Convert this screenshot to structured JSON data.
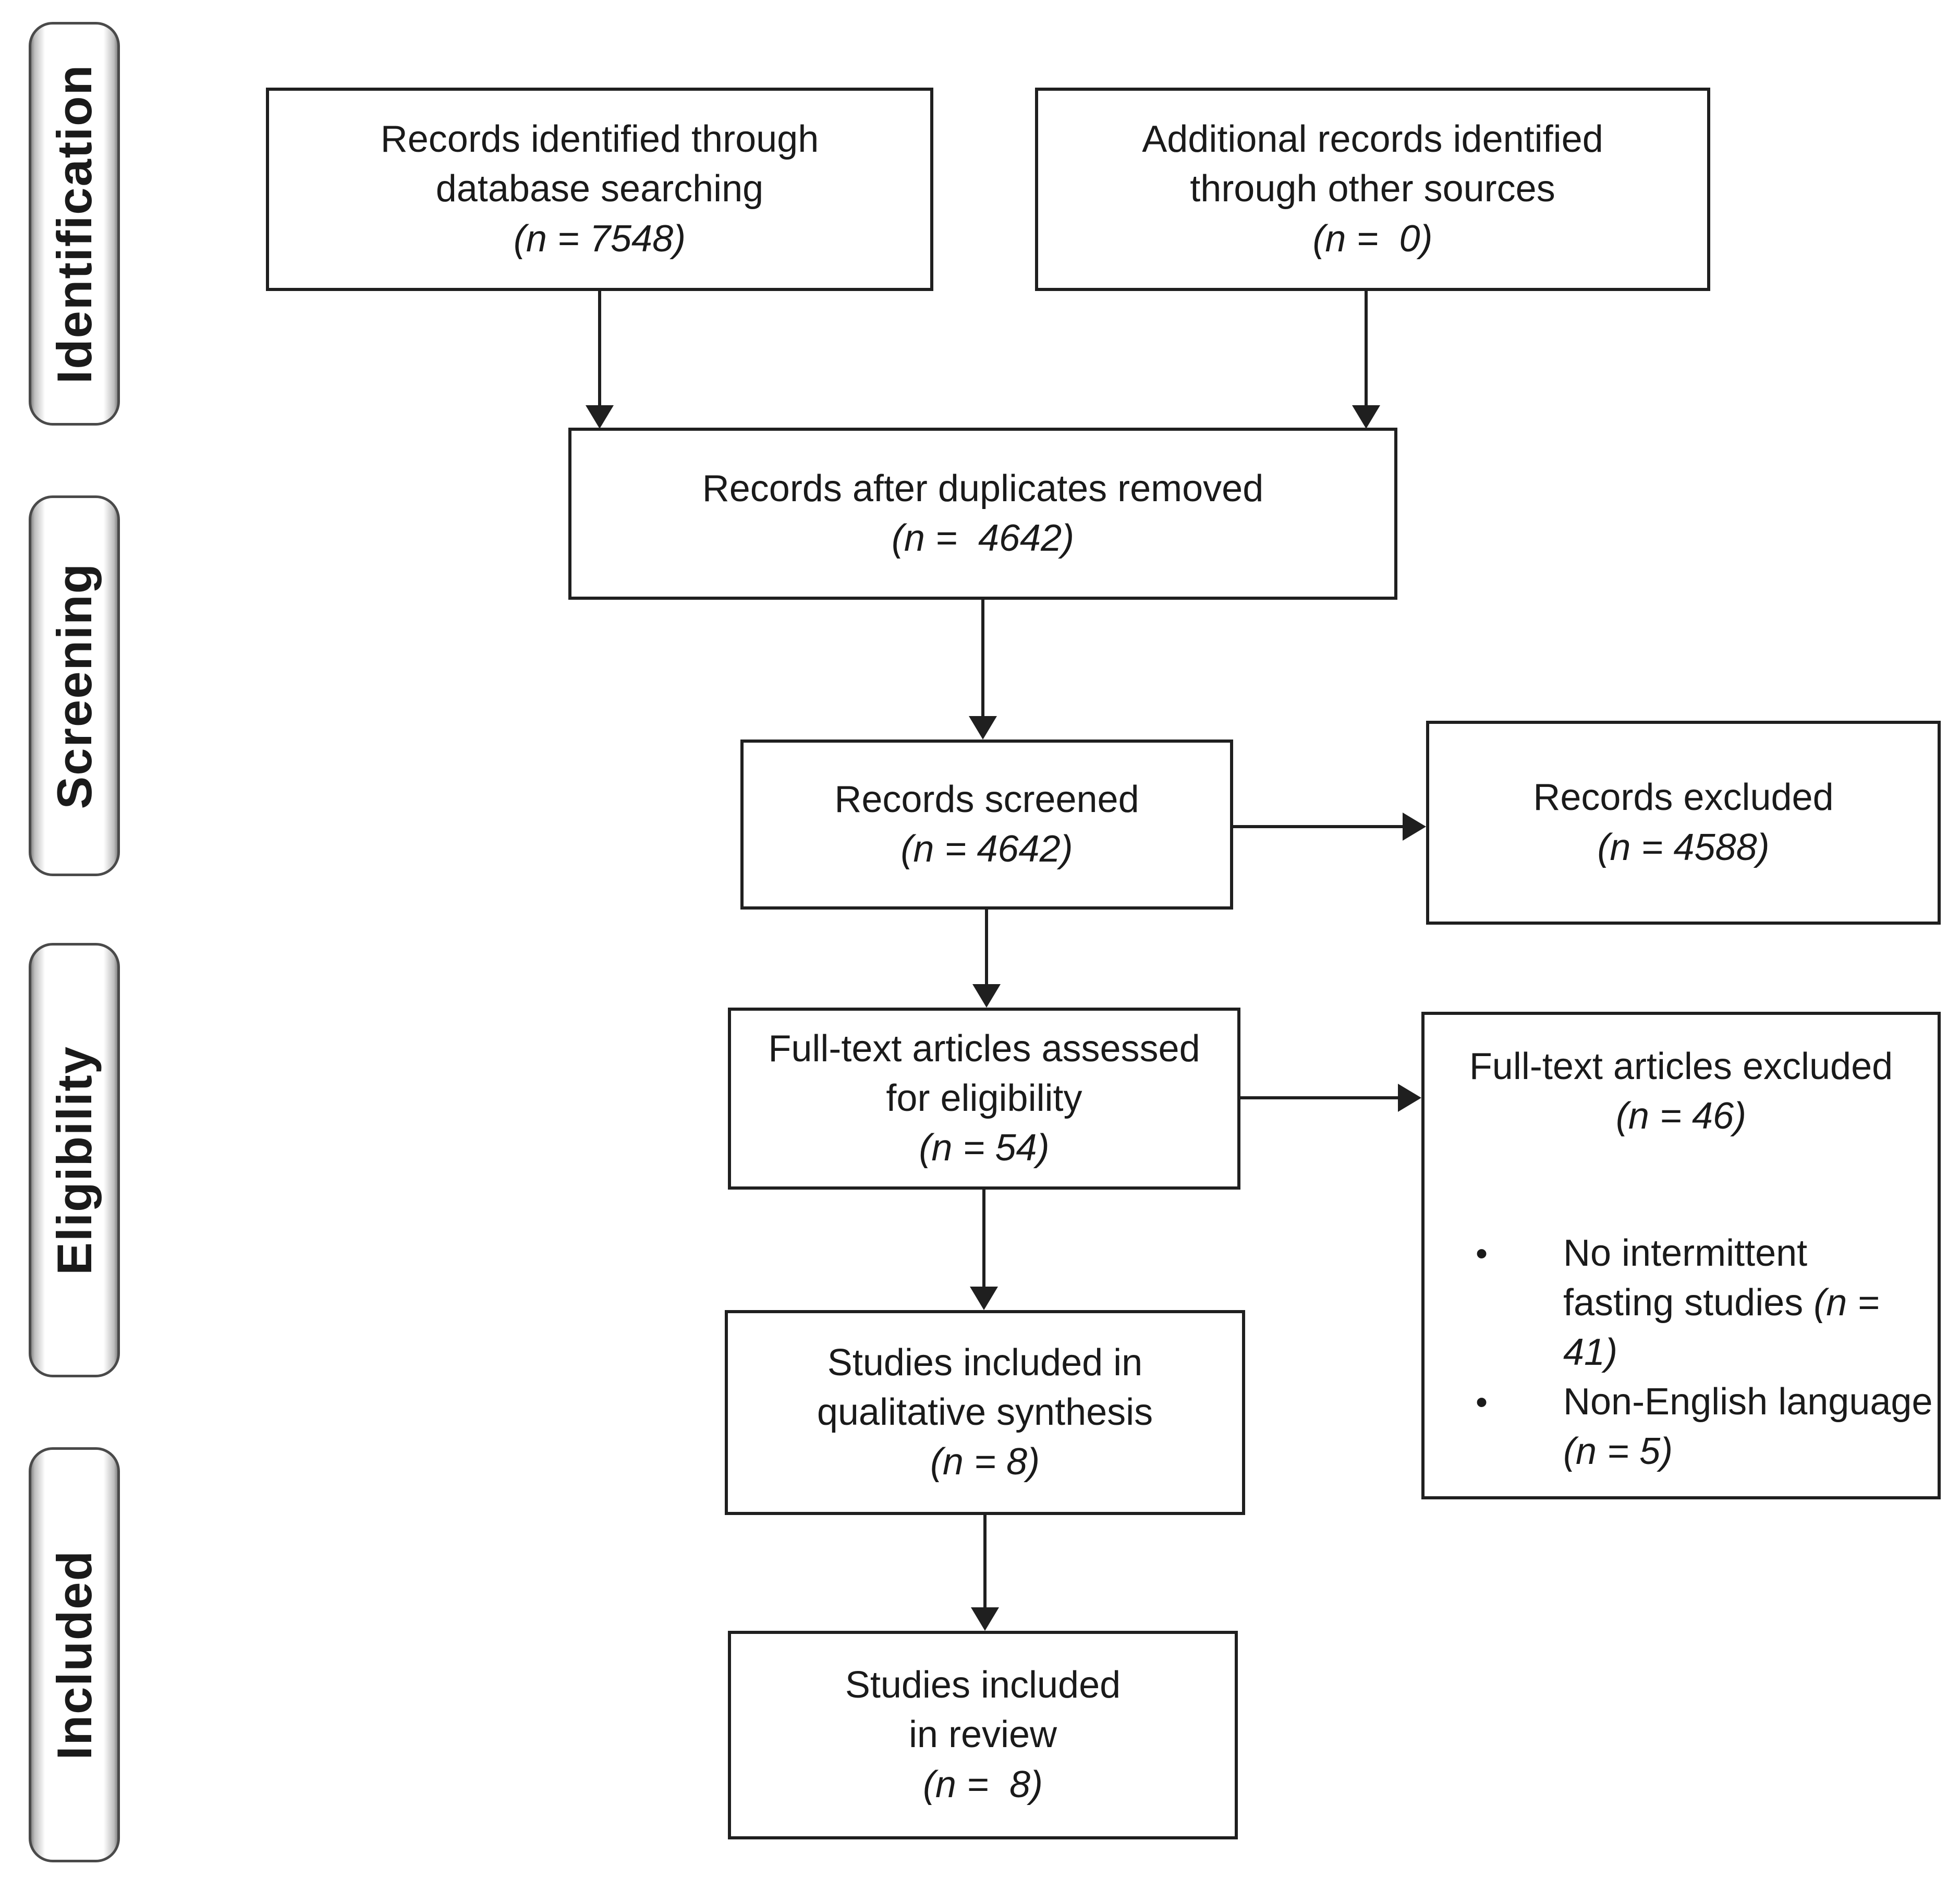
{
  "stages": [
    {
      "label": "Identification"
    },
    {
      "label": "Screening"
    },
    {
      "label": "Eligibility"
    },
    {
      "label": "Included"
    }
  ],
  "boxes": {
    "identified": {
      "line1": "Records identified through",
      "line2": "database searching",
      "n": "(n = 7548)"
    },
    "additional": {
      "line1": "Additional records identified",
      "line2": "through other sources",
      "n": "(n =  0)"
    },
    "deduplicated": {
      "line1": "Records after duplicates removed",
      "n": "(n =  4642)"
    },
    "screened": {
      "line1": "Records screened",
      "n": "(n = 4642)"
    },
    "records_excluded": {
      "line1": "Records excluded",
      "n": "(n = 4588)"
    },
    "fulltext_assessed": {
      "line1": "Full-text articles assessed",
      "line2": "for eligibility",
      "n": "(n = 54)"
    },
    "fulltext_excluded": {
      "line1": "Full-text articles excluded",
      "n": "(n = 46)",
      "bullet1_line1": "No intermittent",
      "bullet1_line2": "fasting studies",
      "bullet1_n": "(n = 41)",
      "bullet2_line1": "Non-English language",
      "bullet2_n": "(n = 5)",
      "bullet_glyph": "•"
    },
    "qualitative": {
      "line1": "Studies included in",
      "line2": "qualitative synthesis",
      "n": "(n = 8)"
    },
    "review": {
      "line1": "Studies included",
      "line2": "in review",
      "n": "(n =  8)"
    }
  },
  "colors": {
    "line": "#1f1f1f",
    "stage_border": "#4a4a4a",
    "stage_shade": "#878787",
    "background": "#ffffff"
  }
}
